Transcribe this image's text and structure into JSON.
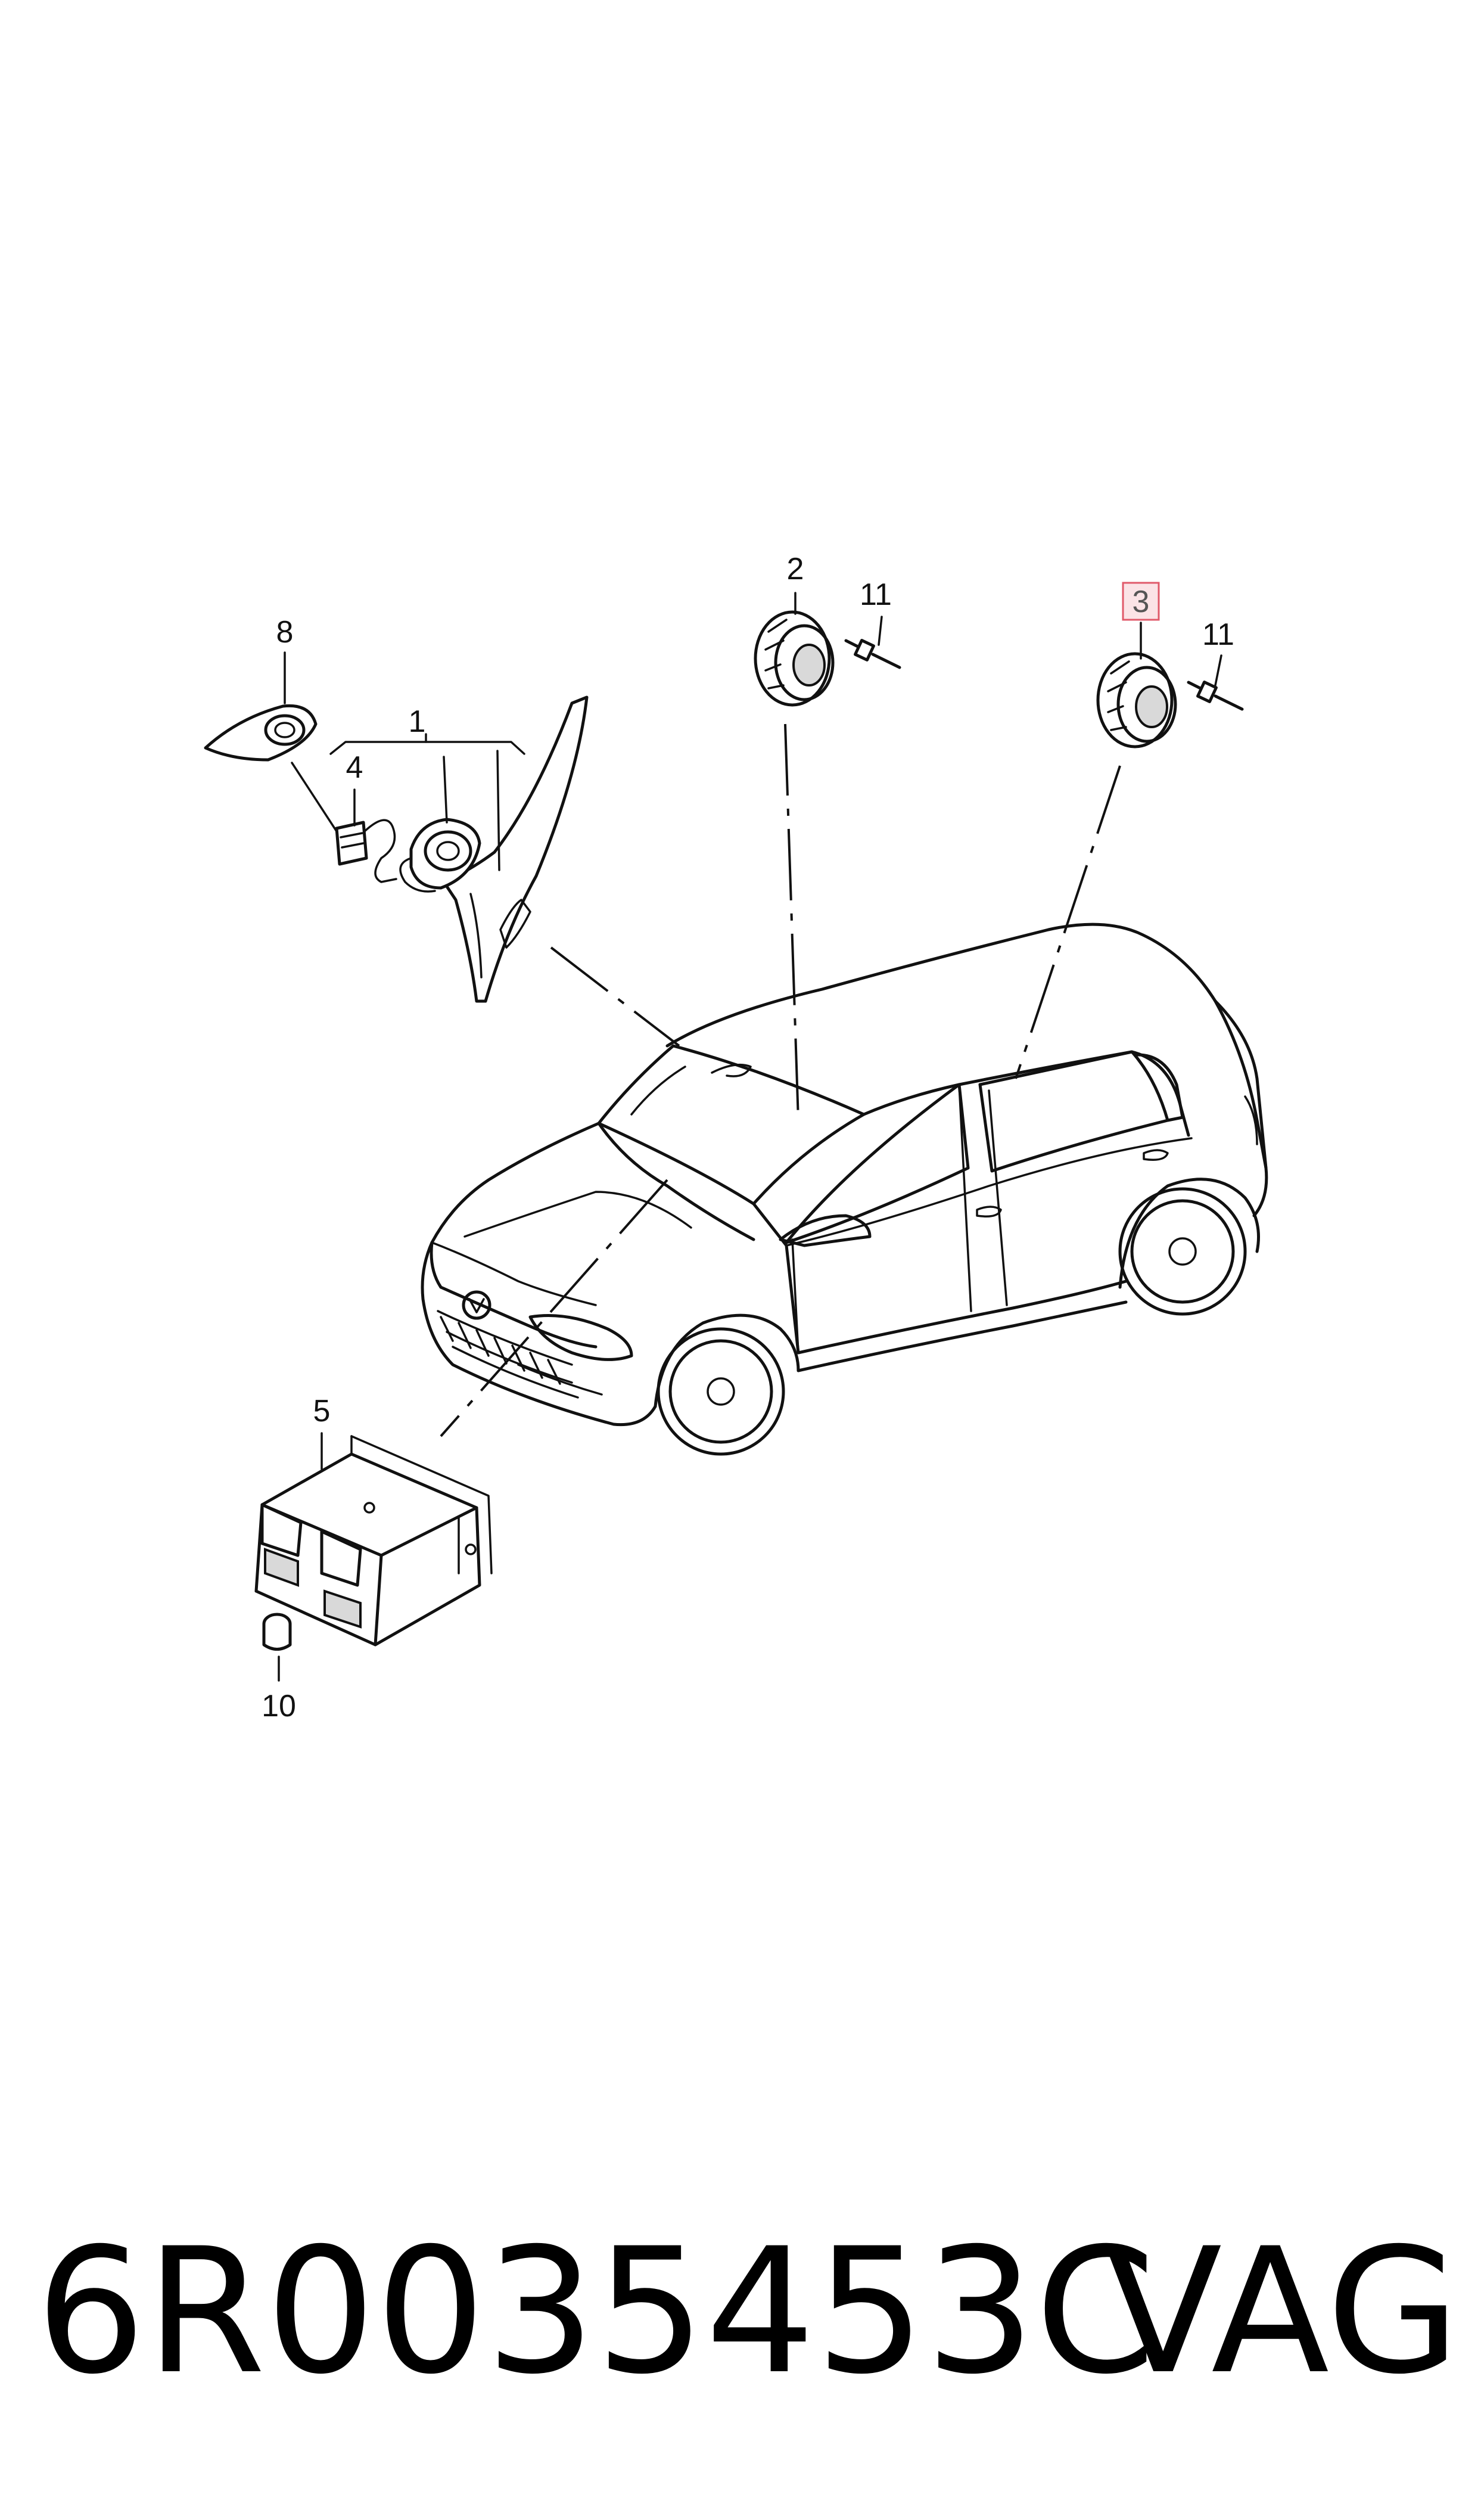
{
  "callouts": {
    "c1": "1",
    "c2": "2",
    "c3": "3",
    "c4": "4",
    "c5": "5",
    "c8": "8",
    "c10": "10",
    "c11a": "11",
    "c11b": "11"
  },
  "highlight": {
    "callout": "3",
    "border_color": "#e05a6a",
    "fill_color": "#fbe3e6"
  },
  "footer": {
    "part_number": "6R0035453C",
    "brand": "VAG"
  }
}
